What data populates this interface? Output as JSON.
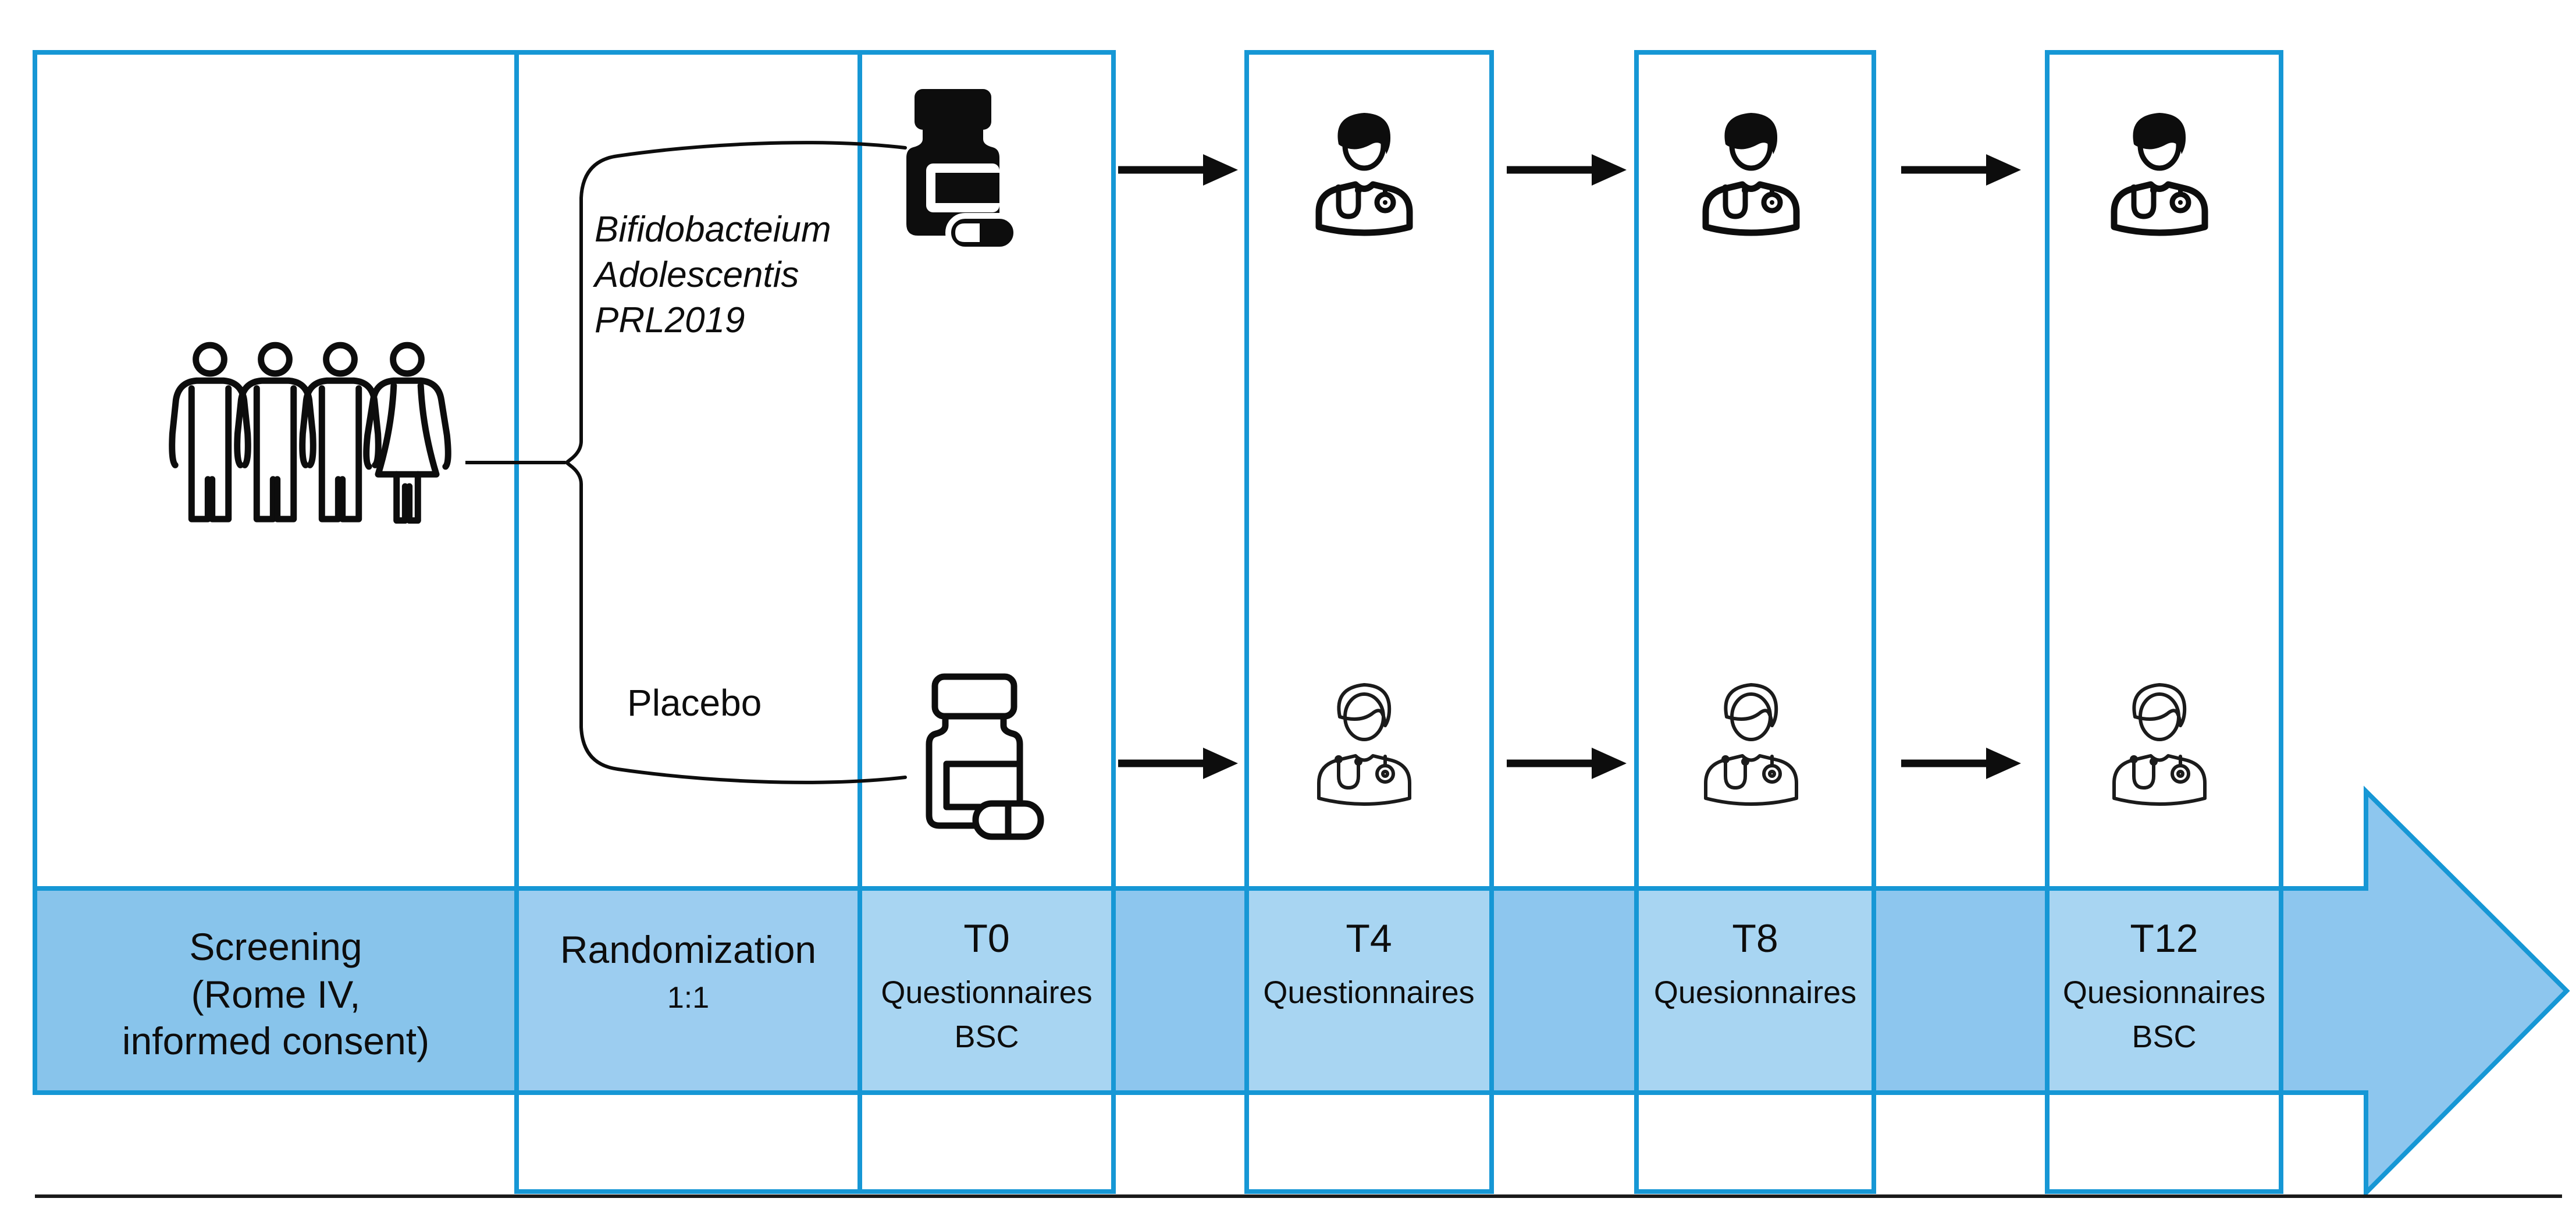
{
  "palette": {
    "border": "#1697D5",
    "arrow": "#8DC6EE",
    "stage_screening": "#88C4EB",
    "stage_randomization": "#9CCDF0",
    "stage_visit": "#A8D5F2",
    "ink": "#0D0D0D"
  },
  "participants": {
    "icon": "people-group-icon",
    "count": 4
  },
  "randomization_arms": [
    {
      "id": "probiotic",
      "icon": "pill-bottle-filled-icon",
      "label_lines": [
        "Bifidobacteium",
        "Adolescentis",
        "PRL2019"
      ]
    },
    {
      "id": "placebo",
      "icon": "pill-bottle-outline-icon",
      "label": "Placebo"
    }
  ],
  "visit_icons": {
    "active_arm": "doctor-filled-icon",
    "placebo_arm": "doctor-outline-icon"
  },
  "stages": [
    {
      "id": "screening",
      "lines": [
        "Screening",
        "(Rome IV,",
        "informed consent)"
      ]
    },
    {
      "id": "randomization",
      "title": "Randomization",
      "subtitle": "1:1"
    },
    {
      "id": "t0",
      "title": "T0",
      "sub1": "Questionnaires",
      "sub2": "BSC"
    },
    {
      "id": "t4",
      "title": "T4",
      "sub1": "Questionnaires"
    },
    {
      "id": "t8",
      "title": "T8",
      "sub1": "Quesionnaires"
    },
    {
      "id": "t12",
      "title": "T12",
      "sub1": "Quesionnaires",
      "sub2": "BSC"
    }
  ]
}
